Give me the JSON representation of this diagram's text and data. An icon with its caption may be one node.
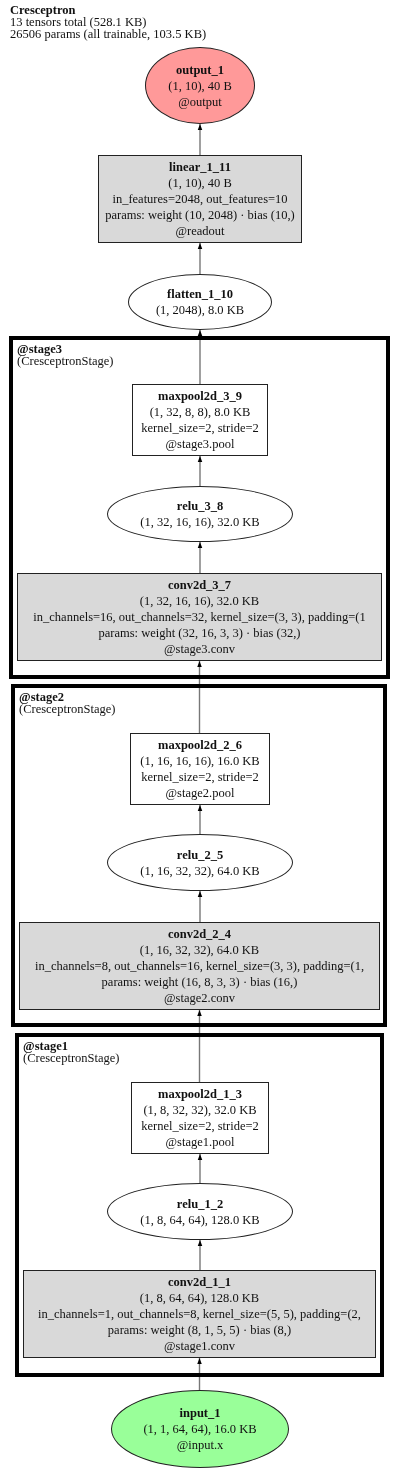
{
  "diagram": {
    "title": "Cresceptron",
    "labels": [
      "13 tensors total (528.1 KB)",
      "26506 params (all trainable, 103.5 KB)"
    ],
    "nodes": [
      {
        "text": [
          "output_1",
          "(1, 10), 40 B",
          "@output"
        ]
      },
      {
        "text": [
          "linear_1_11",
          "(1, 10), 40 B",
          "in_features=2048, out_features=10",
          "params: weight (10, 2048) · bias (10,)",
          "@readout"
        ]
      },
      {
        "text": [
          "flatten_1_10",
          "(1, 2048), 8.0 KB"
        ]
      },
      {
        "text": [
          "@stage3",
          "(CresceptronStage)"
        ]
      },
      {
        "text": [
          "maxpool2d_3_9",
          "(1, 32, 8, 8), 8.0 KB",
          "kernel_size=2, stride=2",
          "@stage3.pool"
        ],
        "in": 3
      },
      {
        "text": [
          "relu_3_8",
          "(1, 32, 16, 16), 32.0 KB"
        ],
        "in": 3
      },
      {
        "text": [
          "conv2d_3_7",
          "(1, 32, 16, 16), 32.0 KB",
          "in_channels=16, out_channels=32, kernel_size=(3, 3), padding=(1",
          "params: weight (32, 16, 3, 3) · bias (32,)",
          "@stage3.conv"
        ],
        "in": 3
      },
      {
        "text": [
          "@stage2",
          "(CresceptronStage)"
        ]
      },
      {
        "text": [
          "maxpool2d_2_6",
          "(1, 16, 16, 16), 16.0 KB",
          "kernel_size=2, stride=2",
          "@stage2.pool"
        ],
        "in": 7
      },
      {
        "text": [
          "relu_2_5",
          "(1, 16, 32, 32), 64.0 KB"
        ],
        "in": 7
      },
      {
        "text": [
          "conv2d_2_4",
          "(1, 16, 32, 32), 64.0 KB",
          "in_channels=8, out_channels=16, kernel_size=(3, 3), padding=(1,",
          "params: weight (16, 8, 3, 3) · bias (16,)",
          "@stage2.conv"
        ],
        "in": 7
      },
      {
        "text": [
          "@stage1",
          "(CresceptronStage)"
        ]
      },
      {
        "text": [
          "maxpool2d_1_3",
          "(1, 8, 32, 32), 32.0 KB",
          "kernel_size=2, stride=2",
          "@stage1.pool"
        ],
        "in": 11
      },
      {
        "text": [
          "relu_1_2",
          "(1, 8, 64, 64), 128.0 KB"
        ],
        "in": 11
      },
      {
        "text": [
          "conv2d_1_1",
          "(1, 8, 64, 64), 128.0 KB",
          "in_channels=1, out_channels=8, kernel_size=(5, 5), padding=(2,",
          "params: weight (8, 1, 5, 5) · bias (8,)",
          "@stage1.conv"
        ],
        "in": 11
      },
      {
        "text": [
          "input_1",
          "(1, 1, 64, 64), 16.0 KB",
          "@input.x"
        ]
      }
    ],
    "edges": [
      {
        "from": 15,
        "to": 14,
        "arrow": "to"
      },
      {
        "from": 14,
        "to": 13,
        "arrow": "to"
      },
      {
        "from": 13,
        "to": 12,
        "arrow": "to"
      },
      {
        "from": 12,
        "to": 10,
        "arrow": "to"
      },
      {
        "from": 10,
        "to": 9,
        "arrow": "to"
      },
      {
        "from": 9,
        "to": 8,
        "arrow": "to"
      },
      {
        "from": 8,
        "to": 6,
        "arrow": "to"
      },
      {
        "from": 6,
        "to": 5,
        "arrow": "to"
      },
      {
        "from": 5,
        "to": 4,
        "arrow": "to"
      },
      {
        "from": 4,
        "to": 2,
        "arrow": "to"
      },
      {
        "from": 2,
        "to": 1,
        "arrow": "to"
      },
      {
        "from": 1,
        "to": 0,
        "arrow": "to"
      }
    ]
  }
}
